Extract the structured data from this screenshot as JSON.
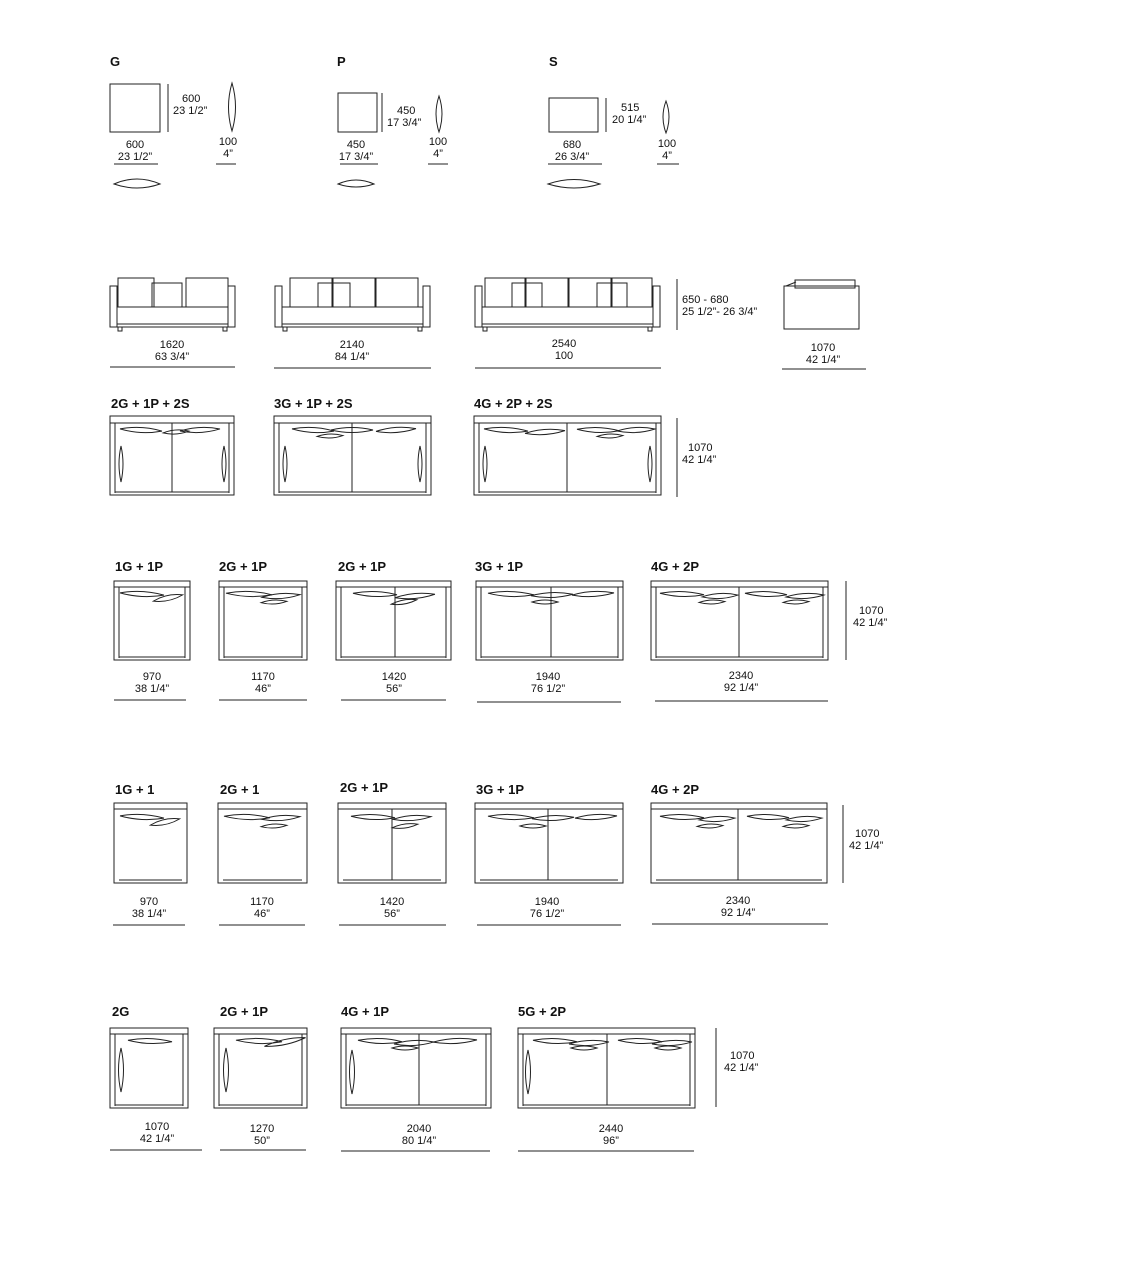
{
  "cushions": {
    "g": {
      "label": "G",
      "w1": "600",
      "w2": "23 1/2”",
      "h1": "600",
      "h2": "23 1/2”",
      "d1": "100",
      "d2": "4”"
    },
    "p": {
      "label": "P",
      "w1": "450",
      "w2": "17 3/4”",
      "h1": "450",
      "h2": "17 3/4”",
      "d1": "100",
      "d2": "4”"
    },
    "s": {
      "label": "S",
      "w1": "680",
      "w2": "26 3/4”",
      "h1": "515",
      "h2": "20 1/4”",
      "d1": "100",
      "d2": "4”"
    }
  },
  "elevations": {
    "a": {
      "d1": "1620",
      "d2": "63 3/4”"
    },
    "b": {
      "d1": "2140",
      "d2": "84 1/4”"
    },
    "c": {
      "d1": "2540",
      "d2": "100"
    },
    "height": {
      "d1": "650 - 680",
      "d2": "25 1/2”- 26 3/4”"
    },
    "side": {
      "d1": "1070",
      "d2": "42 1/4”"
    }
  },
  "row2": {
    "a": {
      "label": "2G + 1P + 2S"
    },
    "b": {
      "label": "3G + 1P + 2S"
    },
    "c": {
      "label": "4G + 2P + 2S"
    },
    "depth": {
      "d1": "1070",
      "d2": "42 1/4”"
    }
  },
  "row3": {
    "a": {
      "label": "1G + 1P",
      "d1": "970",
      "d2": "38 1/4”"
    },
    "b": {
      "label": "2G + 1P",
      "d1": "1170",
      "d2": "46”"
    },
    "c": {
      "label": "2G + 1P",
      "d1": "1420",
      "d2": "56”"
    },
    "d": {
      "label": "3G + 1P",
      "d1": "1940",
      "d2": "76 1/2”"
    },
    "e": {
      "label": "4G + 2P",
      "d1": "2340",
      "d2": "92 1/4”"
    },
    "depth": {
      "d1": "1070",
      "d2": "42 1/4”"
    }
  },
  "row4": {
    "a": {
      "label": "1G + 1",
      "d1": "970",
      "d2": "38 1/4”"
    },
    "b": {
      "label": "2G + 1",
      "d1": "1170",
      "d2": "46”"
    },
    "c": {
      "label": "2G + 1P",
      "d1": "1420",
      "d2": "56”"
    },
    "d": {
      "label": "3G + 1P",
      "d1": "1940",
      "d2": "76 1/2”"
    },
    "e": {
      "label": "4G + 2P",
      "d1": "2340",
      "d2": "92 1/4”"
    },
    "depth": {
      "d1": "1070",
      "d2": "42 1/4”"
    }
  },
  "row5": {
    "a": {
      "label": "2G",
      "d1": "1070",
      "d2": "42 1/4”"
    },
    "b": {
      "label": "2G + 1P",
      "d1": "1270",
      "d2": "50”"
    },
    "c": {
      "label": "4G + 1P",
      "d1": "2040",
      "d2": "80 1/4”"
    },
    "d": {
      "label": "5G + 2P",
      "d1": "2440",
      "d2": "96”"
    },
    "depth": {
      "d1": "1070",
      "d2": "42 1/4”"
    }
  },
  "colors": {
    "line": "#222222",
    "text": "#111111",
    "background": "#ffffff"
  },
  "icons": [
    "square-cushion-icon",
    "cushion-side-profile-icon",
    "cushion-top-profile-icon",
    "sofa-front-view-icon",
    "sofa-side-view-icon",
    "sofa-plan-view-icon",
    "dimension-line-icon"
  ]
}
